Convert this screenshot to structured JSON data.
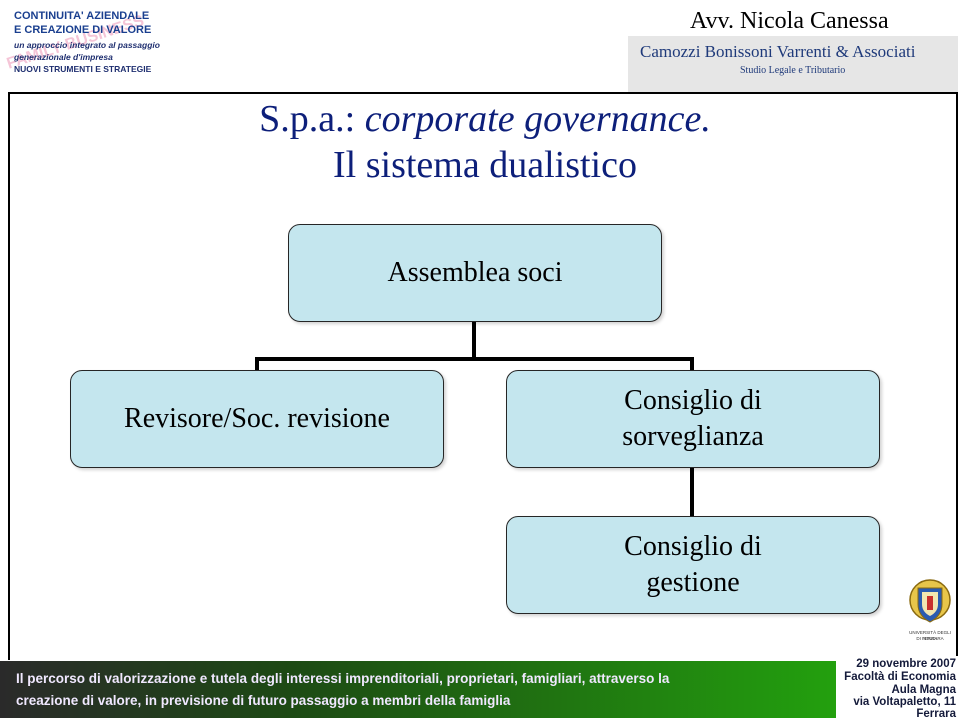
{
  "logo": {
    "line1": "CONTINUITA' AZIENDALE",
    "line2": "E CREAZIONE DI VALORE",
    "line3": "un approccio integrato al passaggio",
    "line4": "generazionale d'impresa",
    "line5": "NUOVI STRUMENTI E STRATEGIE",
    "watermark": "FAMILY BUSINESS"
  },
  "header": {
    "author": "Avv. Nicola Canessa",
    "firm_name": "Camozzi Bonissoni Varrenti & Associati",
    "firm_subtitle": "Studio Legale e Tributario"
  },
  "title": {
    "line1_plain": "S.p.a.: ",
    "line1_italic": "corporate governance.",
    "line2": "Il sistema dualistico"
  },
  "org_chart": {
    "root": "Assemblea soci",
    "left_child": "Revisore/Soc. revisione",
    "right_child_line1": "Consiglio di",
    "right_child_line2": "sorveglianza",
    "sub_child_line1": "Consiglio di",
    "sub_child_line2": "gestione"
  },
  "footer": {
    "line1": "Il percorso di valorizzazione e tutela degli interessi imprenditoriali, proprietari, famigliari, attraverso la",
    "line2": "creazione di valore, in previsione di futuro passaggio a membri della famiglia"
  },
  "event": {
    "date": "29 novembre 2007",
    "faculty": "Facoltà di Economia",
    "room": "Aula Magna",
    "address": "via Voltapaletto, 11",
    "city": "Ferrara"
  },
  "crest": {
    "caption1": "UNIVERSITÀ DEGLI STUDI",
    "caption2": "DI FERRARA"
  },
  "colors": {
    "node_fill": "#c4e6ee",
    "title_color": "#0d1f7a",
    "footer_green": "#23a00e"
  }
}
